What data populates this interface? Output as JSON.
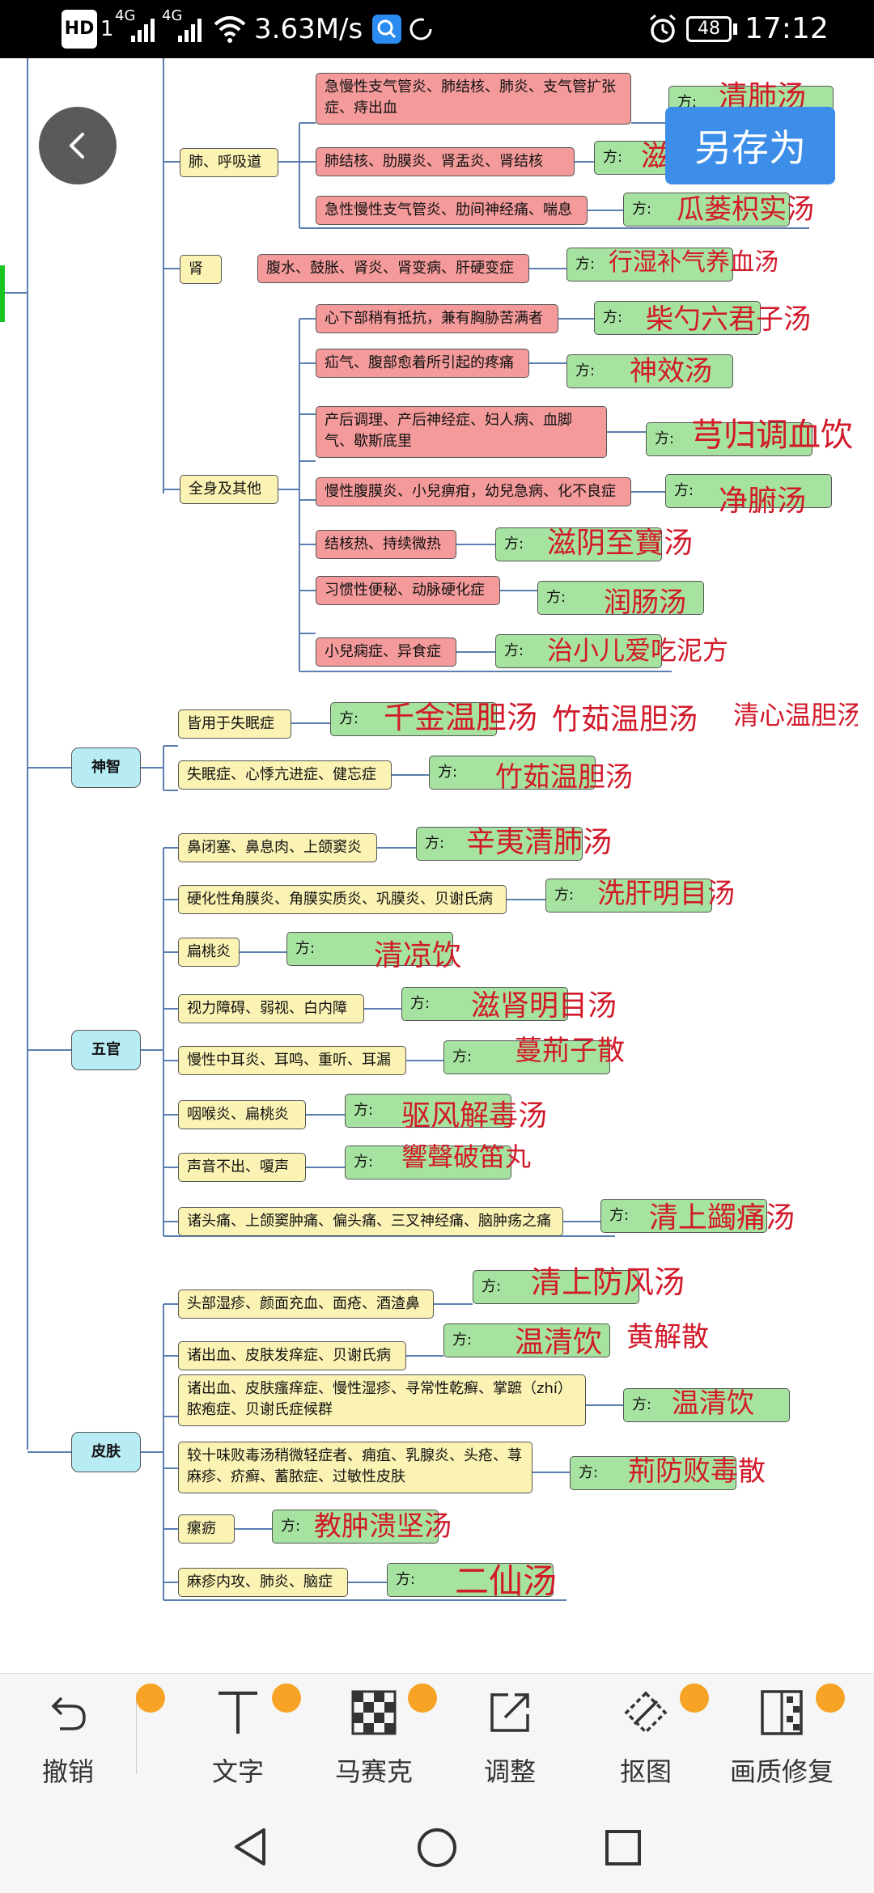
{
  "statusbar": {
    "hd": "HD",
    "sim": "1",
    "net1": "4G",
    "net2": "4G",
    "speed": "3.63M/s",
    "battery": "48",
    "time": "17:12"
  },
  "overlay": {
    "save_as": "另存为"
  },
  "mindmap": {
    "categories": [
      {
        "id": "shenzhi",
        "label": "神智"
      },
      {
        "id": "wuguan",
        "label": "五官"
      },
      {
        "id": "pifu",
        "label": "皮肤"
      }
    ],
    "groups": [
      {
        "label": "肺、呼吸道"
      },
      {
        "label": "肾"
      },
      {
        "label": "全身及其他"
      },
      {
        "label": "皆用于失眠症"
      },
      {
        "label": "失眠症、心悸亢进症、健忘症"
      },
      {
        "label": "鼻闭塞、鼻息肉、上颌窦炎"
      },
      {
        "label": "硬化性角膜炎、角膜实质炎、巩膜炎、贝谢氏病"
      },
      {
        "label": "扁桃炎"
      },
      {
        "label": "视力障碍、弱视、白内障"
      },
      {
        "label": "慢性中耳炎、耳鸣、重听、耳漏"
      },
      {
        "label": "咽喉炎、扁桃炎"
      },
      {
        "label": "声音不出、嗄声"
      },
      {
        "label": "诸头痛、上颌窦肿痛、偏头痛、三叉神经痛、脑肿疡之痛"
      },
      {
        "label": "头部湿疹、颜面充血、面疮、酒渣鼻"
      },
      {
        "label": "诸出血、皮肤发痒症、贝谢氏病"
      },
      {
        "label": "诸出血、皮肤瘙痒症、慢性湿疹、寻常性乾癣、掌蹠（zhí）脓疱症、贝谢氏症候群"
      },
      {
        "label": "较十味败毒汤稍微轻症者、痈疽、乳腺炎、头疮、荨麻疹、疥癣、蓄脓症、过敏性皮肤"
      },
      {
        "label": "瘰疬"
      },
      {
        "label": "麻疹内攻、肺炎、脑症"
      }
    ],
    "diseases": [
      {
        "label": "急慢性支气管炎、肺结核、肺炎、支气管扩张症、痔出血"
      },
      {
        "label": "肺结核、肋膜炎、肾盂炎、肾结核"
      },
      {
        "label": "急性慢性支气管炎、肋间神经痛、喘息"
      },
      {
        "label": "腹水、鼓胀、肾炎、肾变病、肝硬变症"
      },
      {
        "label": "心下部稍有抵抗，兼有胸胁苦满者"
      },
      {
        "label": "疝气、腹部愈着所引起的疼痛"
      },
      {
        "label": "产后调理、产后神经症、妇人病、血脚气、歇斯底里"
      },
      {
        "label": "慢性腹膜炎、小兒痹疳，幼兒急病、化不良症"
      },
      {
        "label": "结核热、持续微热"
      },
      {
        "label": "习惯性便秘、动脉硬化症"
      },
      {
        "label": "小兒痫症、异食症"
      }
    ],
    "rx_prefix": "方:",
    "formulas": [
      {
        "text": "清肺汤"
      },
      {
        "text": "滋"
      },
      {
        "text": "瓜蒌枳实汤"
      },
      {
        "text": "行湿补气养血汤"
      },
      {
        "text": "柴勺六君子汤"
      },
      {
        "text": "神效汤"
      },
      {
        "text": "芎归调血饮"
      },
      {
        "text": "净腑汤"
      },
      {
        "text": "滋阴至寶汤"
      },
      {
        "text": "润肠汤"
      },
      {
        "text": "治小儿爱吃泥方"
      },
      {
        "text": "千金温胆汤"
      },
      {
        "text": "竹茹温胆汤"
      },
      {
        "text": "清心温胆汤"
      },
      {
        "text": "竹茹温胆汤"
      },
      {
        "text": "辛夷清肺汤"
      },
      {
        "text": "洗肝明目汤"
      },
      {
        "text": "清凉饮"
      },
      {
        "text": "滋肾明目汤"
      },
      {
        "text": "蔓荊子散"
      },
      {
        "text": "驱风解毒汤"
      },
      {
        "text": "響聲破笛丸"
      },
      {
        "text": "清上蠲痛汤"
      },
      {
        "text": "清上防风汤"
      },
      {
        "text": "温清饮"
      },
      {
        "text": "黄解散"
      },
      {
        "text": "温清饮"
      },
      {
        "text": "荊防败毒散"
      },
      {
        "text": "教肿溃坚汤"
      },
      {
        "text": "二仙汤"
      }
    ]
  },
  "toolbar": {
    "items": [
      {
        "label": "撤销",
        "icon": "undo-icon",
        "premium": false
      },
      {
        "label": "文字",
        "icon": "text-icon",
        "premium": true
      },
      {
        "label": "马赛克",
        "icon": "mosaic-icon",
        "premium": true
      },
      {
        "label": "调整",
        "icon": "adjust-icon",
        "premium": false
      },
      {
        "label": "抠图",
        "icon": "cutout-icon",
        "premium": true
      },
      {
        "label": "画质修复",
        "icon": "quality-repair-icon",
        "premium": true
      }
    ]
  },
  "navbar": {
    "icons": [
      "back-nav-icon",
      "home-nav-icon",
      "recents-nav-icon"
    ]
  },
  "colors": {
    "category": "#b8ecf5",
    "group": "#fbf3b3",
    "disease": "#f49a9a",
    "formula": "#a7e3a0",
    "handwriting": "#d11a2a",
    "save_button": "#3d8ee8"
  }
}
